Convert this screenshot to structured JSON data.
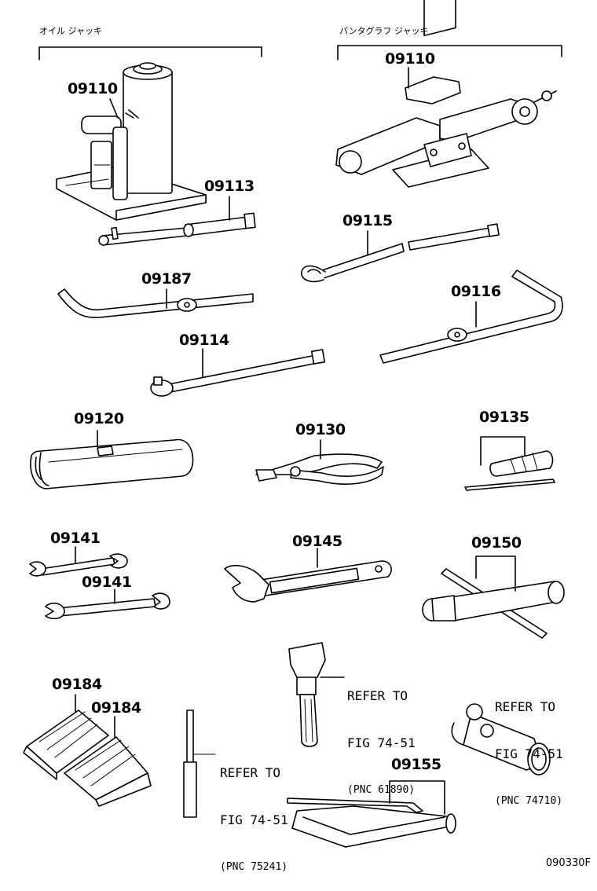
{
  "headers": {
    "oil_jack": "オイル ジャッキ",
    "pantograph_jack": "パンタグラフ ジャッキ"
  },
  "parts": {
    "oil_jack": "09110",
    "pantograph_jack": "09110",
    "oil_jack_handle": "09113",
    "jack_handle": "09115",
    "wrench_bar_left": "09187",
    "wrench_bar_right": "09116",
    "extension_bar": "09114",
    "tool_bag": "09120",
    "pliers": "09130",
    "screwdriver": "09135",
    "spanner_upper": "09141",
    "spanner_lower": "09141",
    "adjustable_wrench": "09145",
    "socket_wrench": "09150",
    "wheel_chock_left": "09184",
    "wheel_chock_right": "09184",
    "tool_case": "09155"
  },
  "references": {
    "ref1": {
      "line1": "REFER TO",
      "line2": "FIG 74-51",
      "pnc": "(PNC 61890)"
    },
    "ref2": {
      "line1": "REFER TO",
      "line2": "FIG 74-51",
      "pnc": "(PNC 74710)"
    },
    "ref3": {
      "line1": "REFER TO",
      "line2": "FIG 74-51",
      "pnc": "(PNC 75241)"
    }
  },
  "figure_code": "090330F"
}
